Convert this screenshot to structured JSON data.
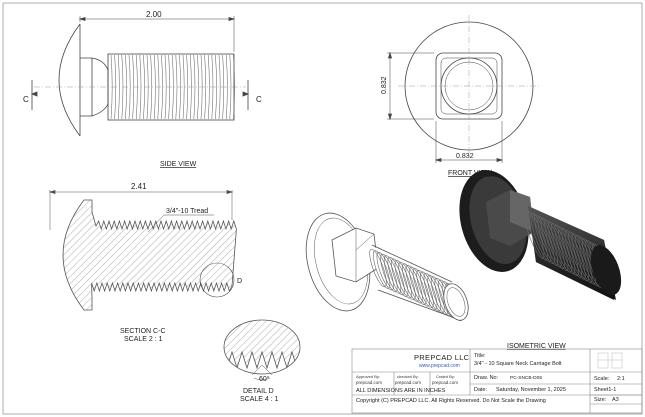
{
  "views": {
    "side": {
      "label": "SIDE VIEW",
      "dim_length": "2.00",
      "section_mark": "C"
    },
    "front": {
      "label": "FRONT VIEW",
      "dim_height": "0.832",
      "dim_width": "0.832"
    },
    "section": {
      "label": "SECTION C-C",
      "scale": "SCALE 2 : 1",
      "dim_length": "2.41",
      "thread_note": "3/4\"-10 Tread",
      "detail_mark": "D"
    },
    "detail": {
      "label": "DETAIL D",
      "scale": "SCALE 4 : 1",
      "angle": "60°"
    },
    "isometric": {
      "label": "ISOMETRIC VIEW"
    }
  },
  "title_block": {
    "company": "PREPCAD LLC",
    "website": "www.prepcad.com",
    "title_label": "Title:",
    "title": "3/4\" - 10 Square Neck Carriage Bolt",
    "draw_no_label": "Draw. No:",
    "draw_no": "PC-SNCB-D05",
    "date_label": "Date:",
    "date": "Saturday, November 1, 2025",
    "units_note": "ALL DIMENSIONS ARE IN INCHES",
    "copyright": "Copyright (C) PREPCAD LLC. All Rights Reserved. Do Not Scale the Drawing",
    "scale_label": "Scale:",
    "scale": "2:1",
    "sheet": "Sheet1-1",
    "size_label": "Size:",
    "size": "A3",
    "approved_label": "Approved By:",
    "approved_by": "prepcad.com",
    "checked_label": "checked By:",
    "checked_by": "prepcad.com",
    "created_label": "Crated By:",
    "created_by": "prepcad.com"
  },
  "colors": {
    "line": "#444444",
    "hatch": "#8a8a8a",
    "solid_dark": "#262626",
    "paper": "#ffffff"
  }
}
